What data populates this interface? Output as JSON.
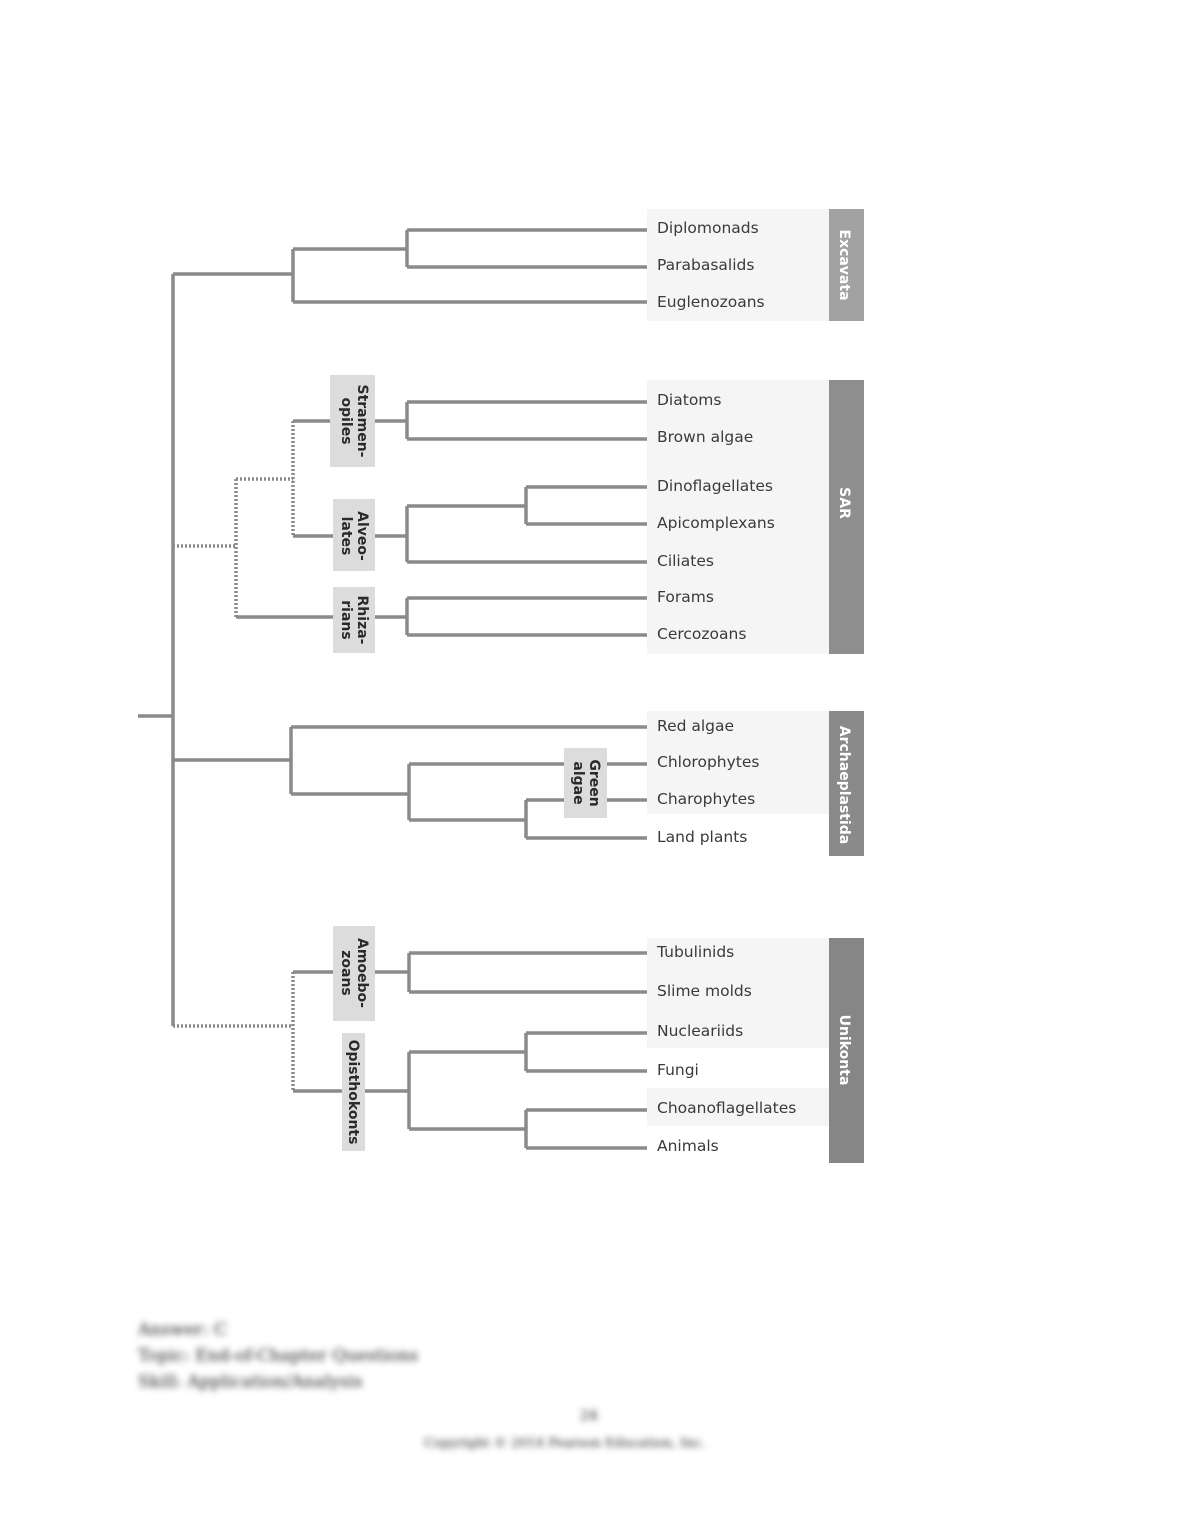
{
  "groups": {
    "excavata": "Excavata",
    "sar": "SAR",
    "archaeplastida": "Archaeplastida",
    "unikonta": "Unikonta"
  },
  "subclades": {
    "stramenopiles": [
      "Stramen-",
      "opiles"
    ],
    "alveolates": [
      "Alveo-",
      "lates"
    ],
    "rhizarians": [
      "Rhiza-",
      "rians"
    ],
    "green_algae": [
      "Green",
      "algae"
    ],
    "amoebozoans": [
      "Amoebo-",
      "zoans"
    ],
    "opisthokonts": [
      "Opisthokonts"
    ]
  },
  "taxa": {
    "diplomonads": "Diplomonads",
    "parabasalids": "Parabasalids",
    "euglenozoans": "Euglenozoans",
    "diatoms": "Diatoms",
    "brown_algae": "Brown algae",
    "dinoflagellates": "Dinoflagellates",
    "apicomplexans": "Apicomplexans",
    "ciliates": "Ciliates",
    "forams": "Forams",
    "cercozoans": "Cercozoans",
    "red_algae": "Red algae",
    "chlorophytes": "Chlorophytes",
    "charophytes": "Charophytes",
    "land_plants": "Land plants",
    "tubulinids": "Tubulinids",
    "slime_molds": "Slime molds",
    "nucleariids": "Nucleariids",
    "fungi": "Fungi",
    "choanoflagellates": "Choanoflagellates",
    "animals": "Animals"
  },
  "footer": {
    "answer": "Answer: C",
    "topic": "Topic: End-of-Chapter Questions",
    "skill": "Skill: Application/Analysis",
    "page_number": "24",
    "copyright": "Copyright © 2014 Pearson Education, Inc."
  },
  "colors": {
    "branch": "#8a8a8a",
    "label_box": "#dcdcdc",
    "group_bar": "#8c8c8c",
    "taxon_panel": "#f5f5f5"
  }
}
